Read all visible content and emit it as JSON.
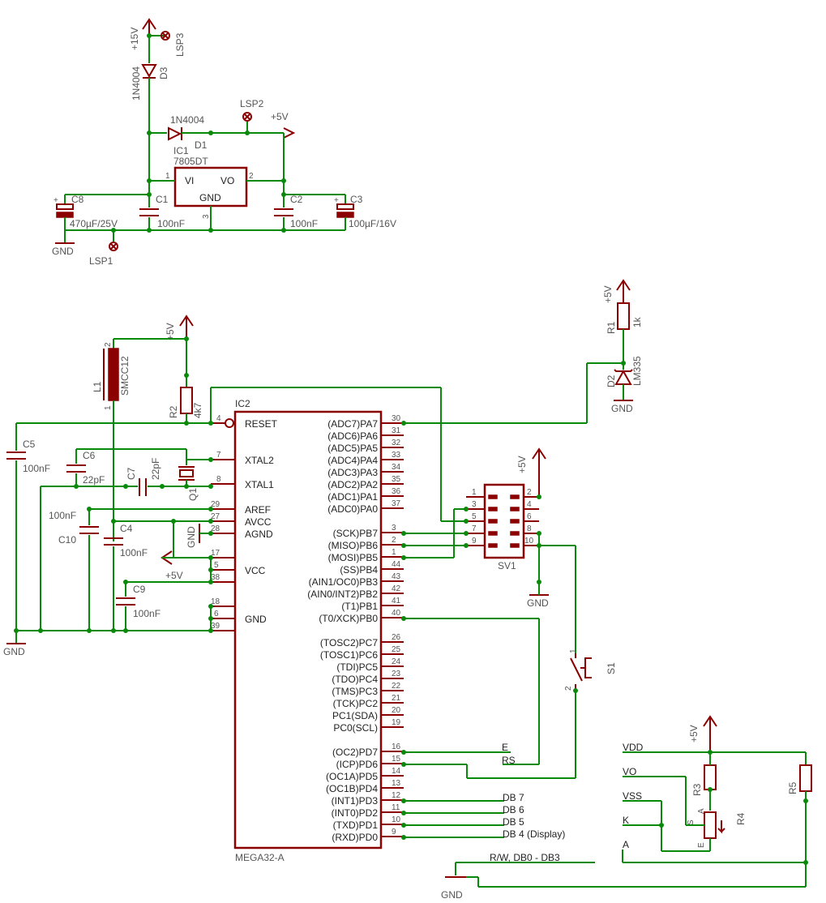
{
  "supply": {
    "plus15v": "+15V",
    "plus5v": "+5V",
    "gnd": "GND",
    "d3": "D3",
    "d3_type": "1N4004",
    "lsp3": "LSP3",
    "lsp2": "LSP2",
    "lsp1": "LSP1",
    "d1": "D1",
    "d1_type": "1N4004",
    "ic1": "IC1",
    "ic1_type": "7805DT",
    "vi": "VI",
    "vo": "VO",
    "ic1_gnd": "GND",
    "pin1": "1",
    "pin2": "2",
    "pin3": "3",
    "c8": "C8",
    "c8_val": "470µF/25V",
    "c1": "C1",
    "c1_val": "100nF",
    "c2": "C2",
    "c2_val": "100nF",
    "c3": "C3",
    "c3_val": "100µF/16V"
  },
  "mcu": {
    "name": "IC2",
    "type": "MEGA32-A",
    "left_pins": [
      {
        "num": "4",
        "label": "RESET"
      },
      {
        "num": "7",
        "label": "XTAL2"
      },
      {
        "num": "8",
        "label": "XTAL1"
      },
      {
        "num": "29",
        "label": "AREF"
      },
      {
        "num": "27",
        "label": "AVCC"
      },
      {
        "num": "28",
        "label": "AGND"
      },
      {
        "num": "17",
        "label": ""
      },
      {
        "num": "5",
        "label": "VCC"
      },
      {
        "num": "38",
        "label": ""
      },
      {
        "num": "18",
        "label": ""
      },
      {
        "num": "6",
        "label": "GND"
      },
      {
        "num": "39",
        "label": ""
      }
    ],
    "right_pins": [
      {
        "num": "30",
        "label": "(ADC7)PA7"
      },
      {
        "num": "31",
        "label": "(ADC6)PA6"
      },
      {
        "num": "32",
        "label": "(ADC5)PA5"
      },
      {
        "num": "33",
        "label": "(ADC4)PA4"
      },
      {
        "num": "34",
        "label": "(ADC3)PA3"
      },
      {
        "num": "35",
        "label": "(ADC2)PA2"
      },
      {
        "num": "36",
        "label": "(ADC1)PA1"
      },
      {
        "num": "37",
        "label": "(ADC0)PA0"
      },
      {
        "num": "3",
        "label": "(SCK)PB7"
      },
      {
        "num": "2",
        "label": "(MISO)PB6"
      },
      {
        "num": "1",
        "label": "(MOSI)PB5"
      },
      {
        "num": "44",
        "label": "(SS)PB4"
      },
      {
        "num": "43",
        "label": "(AIN1/OC0)PB3"
      },
      {
        "num": "42",
        "label": "(AIN0/INT2)PB2"
      },
      {
        "num": "41",
        "label": "(T1)PB1"
      },
      {
        "num": "40",
        "label": "(T0/XCK)PB0"
      },
      {
        "num": "26",
        "label": "(TOSC2)PC7"
      },
      {
        "num": "25",
        "label": "(TOSC1)PC6"
      },
      {
        "num": "24",
        "label": "(TDI)PC5"
      },
      {
        "num": "23",
        "label": "(TDO)PC4"
      },
      {
        "num": "22",
        "label": "(TMS)PC3"
      },
      {
        "num": "21",
        "label": "(TCK)PC2"
      },
      {
        "num": "20",
        "label": "PC1(SDA)"
      },
      {
        "num": "19",
        "label": "PC0(SCL)"
      },
      {
        "num": "16",
        "label": "(OC2)PD7"
      },
      {
        "num": "15",
        "label": "(ICP)PD6"
      },
      {
        "num": "14",
        "label": "(OC1A)PD5"
      },
      {
        "num": "13",
        "label": "(OC1B)PD4"
      },
      {
        "num": "12",
        "label": "(INT1)PD3"
      },
      {
        "num": "11",
        "label": "(INT0)PD2"
      },
      {
        "num": "10",
        "label": "(TXD)PD1"
      },
      {
        "num": "9",
        "label": "(RXD)PD0"
      }
    ]
  },
  "parts": {
    "l1": "L1",
    "l1_type": "SMCC12",
    "l1_pin1": "1",
    "l1_pin2": "2",
    "r2": "R2",
    "r2_val": "4k7",
    "q1": "Q1",
    "c5": "C5",
    "c5_val": "100nF",
    "c6": "C6",
    "c6_val": "22pF",
    "c7": "C7",
    "c7_val": "22pF",
    "c10": "C10",
    "c10_val": "100nF",
    "c4": "C4",
    "c4_val": "100nF",
    "c9": "C9",
    "c9_val": "100nF",
    "r1": "R1",
    "r1_val": "1k",
    "d2": "D2",
    "d2_type": "LM335",
    "sv1": "SV1",
    "sv1_left": [
      "1",
      "3",
      "5",
      "7",
      "9"
    ],
    "sv1_right": [
      "2",
      "4",
      "6",
      "8",
      "10"
    ],
    "s1": "S1",
    "s1_pin1": "1",
    "s1_pin2": "2",
    "r3": "R3",
    "r4": "R4",
    "r5": "R5",
    "r4_a": "A",
    "r4_e": "E",
    "r4_s": "S"
  },
  "display": {
    "e": "E",
    "rs": "RS",
    "db7": "DB 7",
    "db6": "DB 6",
    "db5": "DB 5",
    "db4": "DB 4 (Display)",
    "vdd": "VDD",
    "vo": "VO",
    "vss": "VSS",
    "k": "K",
    "a": "A",
    "rw": "R/W,  DB0 - DB3"
  }
}
